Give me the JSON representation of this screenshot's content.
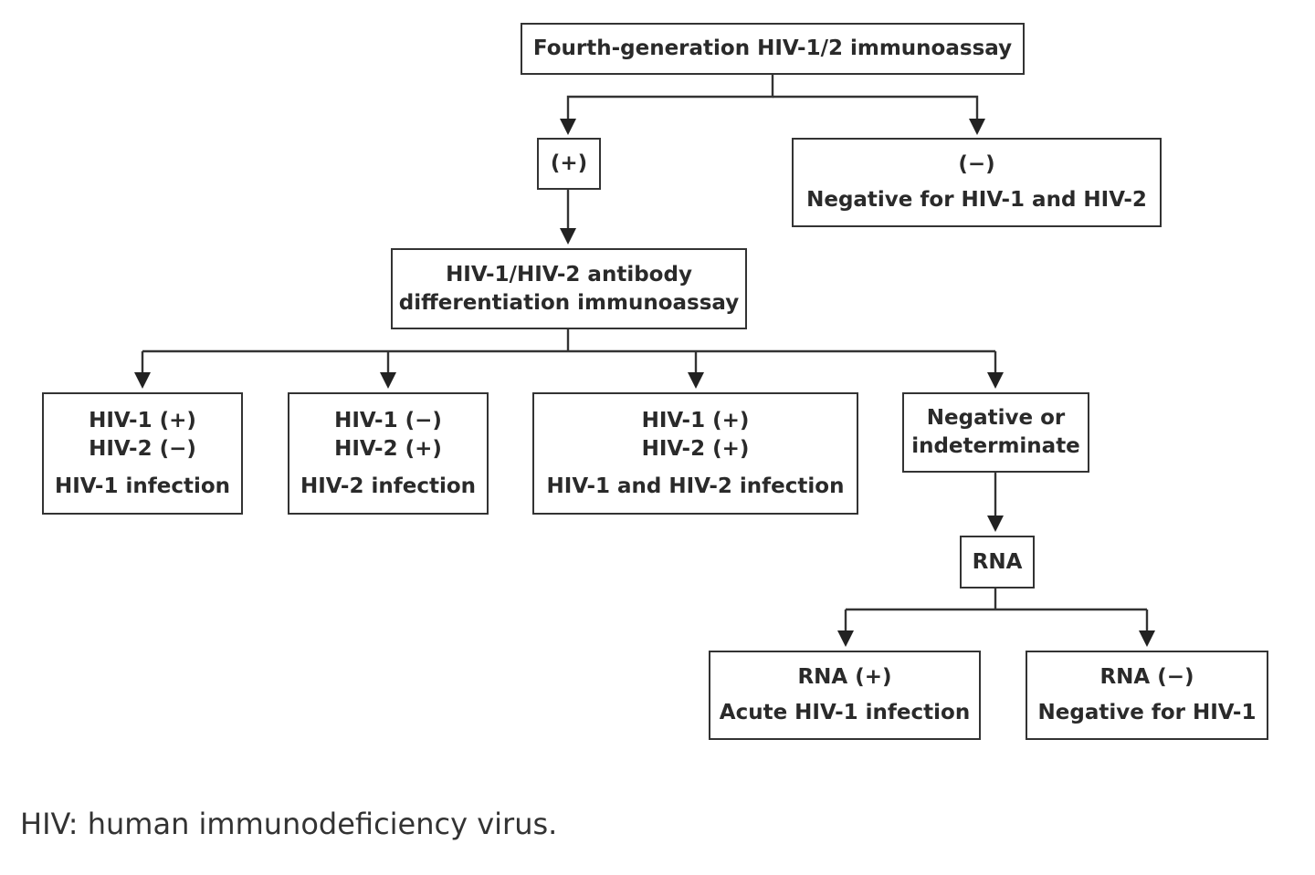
{
  "nodes": {
    "fourth_gen": {
      "lines": [
        "Fourth-generation HIV-1/2 immunoassay"
      ]
    },
    "positive": {
      "lines": [
        "(+)"
      ]
    },
    "negative": {
      "lines": [
        "(−)",
        "Negative for HIV-1 and HIV-2"
      ]
    },
    "differentiation": {
      "lines": [
        "HIV-1/HIV-2 antibody",
        "differentiation immunoassay"
      ]
    },
    "hiv1_infection": {
      "lines": [
        "HIV-1 (+)",
        "HIV-2 (−)",
        "HIV-1 infection"
      ]
    },
    "hiv2_infection": {
      "lines": [
        "HIV-1 (−)",
        "HIV-2 (+)",
        "HIV-2 infection"
      ]
    },
    "dual_infection": {
      "lines": [
        "HIV-1 (+)",
        "HIV-2 (+)",
        "HIV-1 and HIV-2 infection"
      ]
    },
    "indeterminate": {
      "lines": [
        "Negative or",
        "indeterminate"
      ]
    },
    "rna": {
      "lines": [
        "RNA"
      ]
    },
    "rna_positive": {
      "lines": [
        "RNA (+)",
        "Acute HIV-1 infection"
      ]
    },
    "rna_negative": {
      "lines": [
        "RNA (−)",
        "Negative for HIV-1"
      ]
    }
  },
  "footnote": "HIV: human immunodeficiency virus."
}
